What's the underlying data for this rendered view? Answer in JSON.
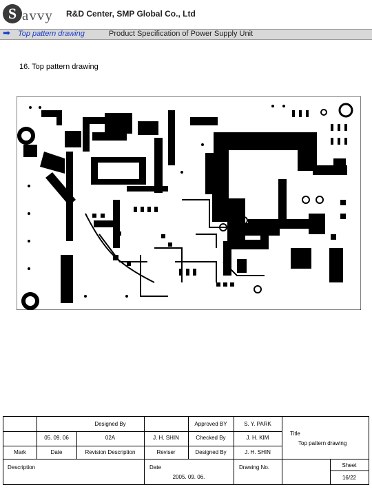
{
  "header": {
    "logo_letter": "S",
    "logo_text": "avvy",
    "company": "R&D Center, SMP Global Co., Ltd",
    "section_arrow": "➡",
    "section_title": "Top pattern drawing",
    "doc_title": "Product Specification of Power Supply Unit"
  },
  "page": {
    "heading": "16. Top pattern drawing"
  },
  "title_block": {
    "designed_by_label": "Designed By",
    "approved_by_label": "Approved BY",
    "approved_by_value": "S. Y. PARK",
    "rev_date": "05. 09. 06",
    "rev_code": "02A",
    "reviser_name": "J. H. SHIN",
    "checked_by_label": "Checked By",
    "checked_by_value": "J. H. KIM",
    "mark_label": "Mark",
    "date_label": "Date",
    "revision_description_label": "Revision Description",
    "reviser_label": "Reviser",
    "designed_by_label2": "Designed By",
    "designed_by_value": "J. H. SHIN",
    "title_label": "Title",
    "title_value": "Top pattern drawing",
    "description_label": "Description",
    "date_label2": "Date",
    "date_value": "2005. 09. 06.",
    "drawing_no_label": "Drawing No.",
    "sheet_label": "Sheet",
    "sheet_value": "16/22"
  }
}
